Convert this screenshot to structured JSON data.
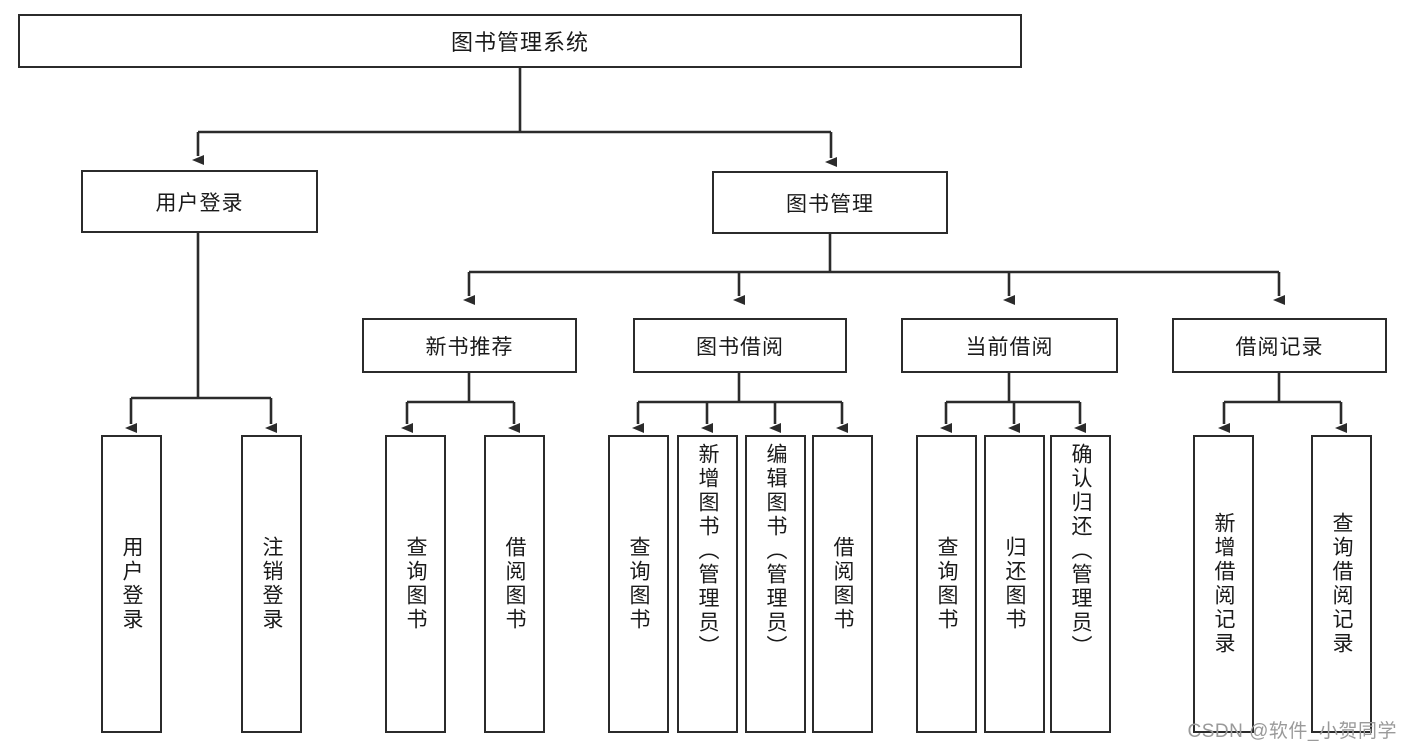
{
  "diagram": {
    "type": "tree",
    "title": "图书管理系统",
    "root": {
      "label": "图书管理系统"
    },
    "level2": [
      {
        "label": "用户登录"
      },
      {
        "label": "图书管理"
      }
    ],
    "level3": [
      {
        "label": "新书推荐"
      },
      {
        "label": "图书借阅"
      },
      {
        "label": "当前借阅"
      },
      {
        "label": "借阅记录"
      }
    ],
    "leaves": {
      "user_login": [
        {
          "label": "用户登录"
        },
        {
          "label": "注销登录"
        }
      ],
      "new_book_recommend": [
        {
          "label": "查询图书"
        },
        {
          "label": "借阅图书"
        }
      ],
      "book_borrow": [
        {
          "label": "查询图书"
        },
        {
          "label": "新增图书（管理员）"
        },
        {
          "label": "编辑图书（管理员）"
        },
        {
          "label": "借阅图书"
        }
      ],
      "current_borrow": [
        {
          "label": "查询图书"
        },
        {
          "label": "归还图书"
        },
        {
          "label": "确认归还（管理员）"
        }
      ],
      "borrow_record": [
        {
          "label": "新增借阅记录"
        },
        {
          "label": "查询借阅记录"
        }
      ]
    }
  },
  "watermark": {
    "text": "CSDN @软件_小贺同学"
  },
  "colors": {
    "stroke": "#2b2b2b",
    "background": "#ffffff",
    "text": "#1a1a1a",
    "watermark": "#9a9a9a"
  }
}
